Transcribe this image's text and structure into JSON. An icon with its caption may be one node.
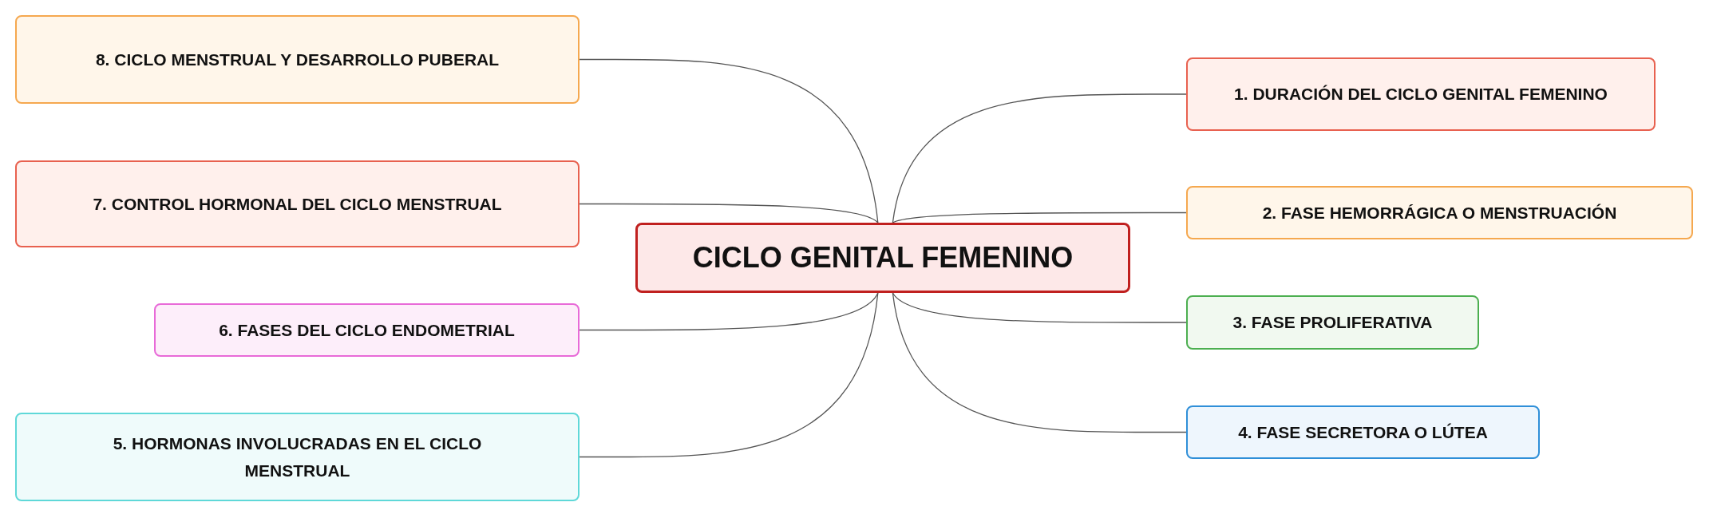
{
  "diagram": {
    "nodes": [
      {
        "text": [
          "CICLO GENITAL FEMENINO"
        ]
      },
      {
        "text": [
          "1. DURACIÓN DEL CICLO GENITAL FEMENINO"
        ]
      },
      {
        "text": [
          "2. FASE HEMORRÁGICA O MENSTRUACIÓN"
        ]
      },
      {
        "text": [
          "3. FASE PROLIFERATIVA"
        ]
      },
      {
        "text": [
          "4. FASE SECRETORA O LÚTEA"
        ]
      },
      {
        "text": [
          "5. HORMONAS INVOLUCRADAS EN EL CICLO MENSTRUAL"
        ]
      },
      {
        "text": [
          "6. FASES DEL CICLO ENDOMETRIAL"
        ]
      },
      {
        "text": [
          "7. CONTROL HORMONAL DEL CICLO MENSTRUAL"
        ]
      },
      {
        "text": [
          "8. CICLO MENSTRUAL Y DESARROLLO PUBERAL"
        ]
      }
    ],
    "edges": [
      {
        "from": 0,
        "to": 1,
        "arrow": "none"
      },
      {
        "from": 0,
        "to": 2,
        "arrow": "none"
      },
      {
        "from": 0,
        "to": 3,
        "arrow": "none"
      },
      {
        "from": 0,
        "to": 4,
        "arrow": "none"
      },
      {
        "from": 0,
        "to": 5,
        "arrow": "none"
      },
      {
        "from": 0,
        "to": 6,
        "arrow": "none"
      },
      {
        "from": 0,
        "to": 7,
        "arrow": "none"
      },
      {
        "from": 0,
        "to": 8,
        "arrow": "none"
      }
    ]
  }
}
